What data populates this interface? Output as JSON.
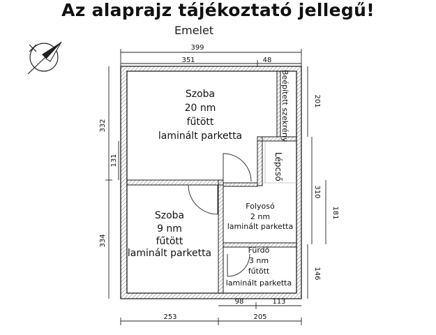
{
  "title": "Az alaprajz tájékoztató jellegű!",
  "floor_label": "Emelet",
  "rooms": {
    "szoba_nagy": {
      "name": "Szoba",
      "area": "20 nm",
      "heating": "fűtött",
      "floor": "laminált parketta"
    },
    "szoba_kicsi": {
      "name": "Szoba",
      "area": "9 nm",
      "heating": "fűtött",
      "floor": "laminált parketta"
    },
    "folyoso": {
      "name": "Folyosó",
      "area": "2 nm",
      "floor": "laminált parketta"
    },
    "furdo": {
      "name": "Fürdő",
      "area": "3 nm",
      "heating": "fűtött",
      "floor": "laminált parketta"
    },
    "lepcso": {
      "name": "Lépcső"
    },
    "szekreny": {
      "name": "Beépített szekrény"
    }
  },
  "dimensions": {
    "top_total": "399",
    "top_room": "351",
    "top_closet": "48",
    "left_upper": "332",
    "left_inner": "131",
    "left_lower": "334",
    "right_upper": "201",
    "right_middle": "310",
    "right_inner": "181",
    "right_lower": "146",
    "bottom_left": "253",
    "bottom_right": "205",
    "bottom_inner_a": "98",
    "bottom_inner_b": "113"
  },
  "icons": {
    "compass": "north-arrow-icon"
  },
  "colors": {
    "wall": "#1a1a1a",
    "hatch": "#9a9a9a",
    "line": "#222222"
  }
}
